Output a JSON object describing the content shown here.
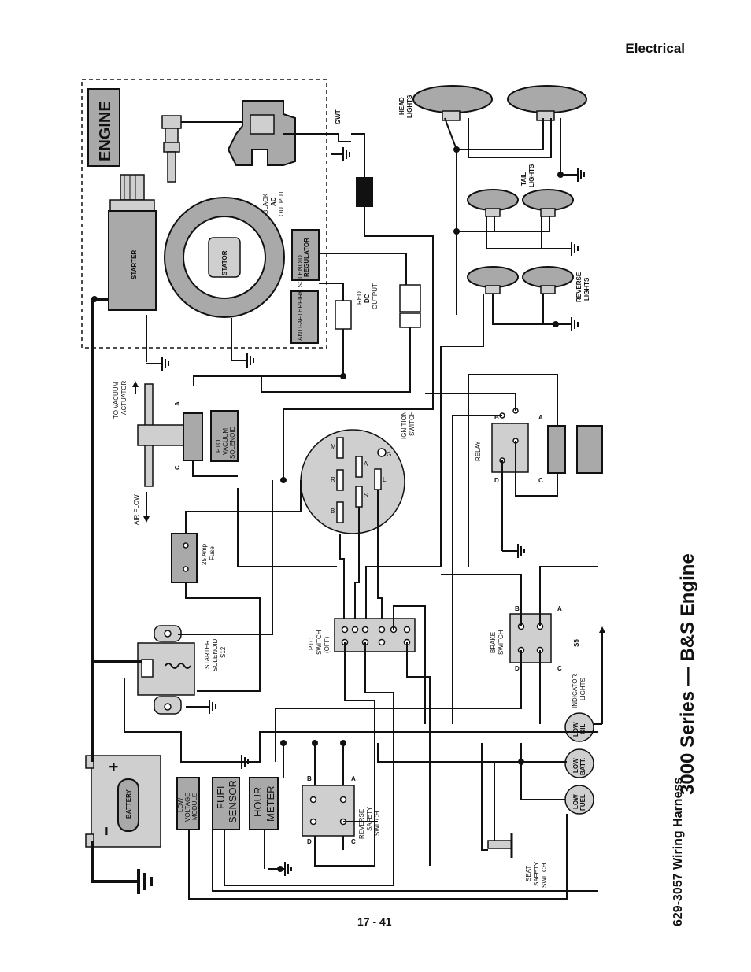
{
  "header": {
    "section": "Electrical"
  },
  "footer": {
    "page_number": "17 - 41"
  },
  "title": {
    "main": "3000 Series — B&S Engine",
    "sub": "629-3057 Wiring Harness"
  },
  "engine": {
    "box_label": "ENGINE",
    "starter": "STARTER",
    "stator": "STATOR",
    "regulator": "REGULATOR",
    "anti_afterfire": "ANTI-AFTERFIRE SOLENOID",
    "gwt": "GWT",
    "black_ac": [
      "BLACK",
      "AC",
      "OUTPUT"
    ],
    "red_dc": [
      "RED",
      "DC",
      "OUTPUT"
    ]
  },
  "lights": {
    "head": [
      "HEAD",
      "LIGHTS"
    ],
    "tail": [
      "TAIL",
      "LIGHTS"
    ],
    "reverse": [
      "REVERSE",
      "LIGHTS"
    ]
  },
  "pto_vacuum": {
    "solenoid": [
      "PTO",
      "VACUUM",
      "SOLENOID"
    ],
    "to_vacuum": [
      "TO VACUUM",
      "ACTUATOR"
    ],
    "air_flow": "AIR FLOW",
    "term_a": "A",
    "term_c": "C"
  },
  "ignition": {
    "label": [
      "IGNITION",
      "SWITCH"
    ],
    "terms": [
      "M",
      "R",
      "B",
      "A",
      "S",
      "G",
      "L"
    ]
  },
  "relay": {
    "label": "RELAY",
    "terms": [
      "B",
      "A",
      "D",
      "C"
    ]
  },
  "fuse": {
    "label": [
      "25 Amp",
      "Fuse"
    ]
  },
  "starter_solenoid": {
    "label": [
      "STARTER",
      "SOLENOID",
      "S12"
    ]
  },
  "pto_switch": {
    "label": [
      "PTO",
      "SWITCH",
      "(OFF)"
    ]
  },
  "brake_switch": {
    "label": [
      "BRAKE",
      "SWITCH"
    ],
    "terms": [
      "B",
      "A",
      "D",
      "C"
    ],
    "code": "S5"
  },
  "indicator": {
    "label": [
      "INDICATOR",
      "LIGHTS"
    ],
    "low_oil": [
      "LOW",
      "OIL"
    ],
    "low_batt": [
      "LOW",
      "BATT."
    ],
    "low_fuel": [
      "LOW",
      "FUEL"
    ]
  },
  "battery": {
    "label": "BATTERY",
    "plus": "+",
    "minus": "−"
  },
  "modules": {
    "low_voltage": [
      "LOW",
      "VOLTAGE",
      "MODULE"
    ],
    "fuel_sensor": [
      "FUEL",
      "SENSOR"
    ],
    "hour_meter": [
      "HOUR",
      "METER"
    ]
  },
  "reverse_safety": {
    "label": [
      "REVERSE",
      "SAFETY",
      "SWITCH"
    ],
    "terms": [
      "B",
      "A",
      "D",
      "C"
    ]
  },
  "seat_safety": {
    "label": [
      "SEAT",
      "SAFETY",
      "SWITCH"
    ]
  }
}
